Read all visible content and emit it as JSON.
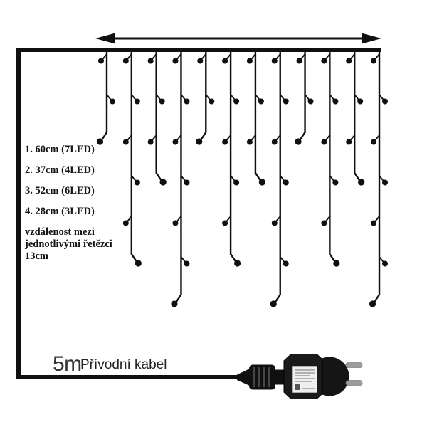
{
  "legend": {
    "items": [
      "1. 60cm (7LED)",
      "2. 37cm (4LED)",
      "3. 52cm (6LED)",
      "4. 28cm (3LED)"
    ],
    "note_lines": [
      "vzdálenost mezi",
      "jednotlivými řetězci",
      "13cm"
    ]
  },
  "supply": {
    "length": "5m",
    "label": "Přívodní kabel"
  },
  "chart_data": {
    "type": "diagram",
    "strings": {
      "count": 12,
      "led_counts": [
        3,
        6,
        4,
        7,
        3,
        6,
        4,
        7,
        3,
        6,
        4,
        7
      ],
      "types": [
        {
          "no": "1",
          "length_cm": 60,
          "leds": 7
        },
        {
          "no": "2",
          "length_cm": 37,
          "leds": 4
        },
        {
          "no": "3",
          "length_cm": 52,
          "leds": 6
        },
        {
          "no": "4",
          "length_cm": 28,
          "leds": 3
        }
      ],
      "string_spacing_cm": 13
    },
    "supply_cable_length": "5m"
  },
  "colors": {
    "ink": "#101010",
    "text": "#141414",
    "muted_text": "#333333",
    "prong": "#9c9c9c",
    "label_bg": "#efefef"
  }
}
